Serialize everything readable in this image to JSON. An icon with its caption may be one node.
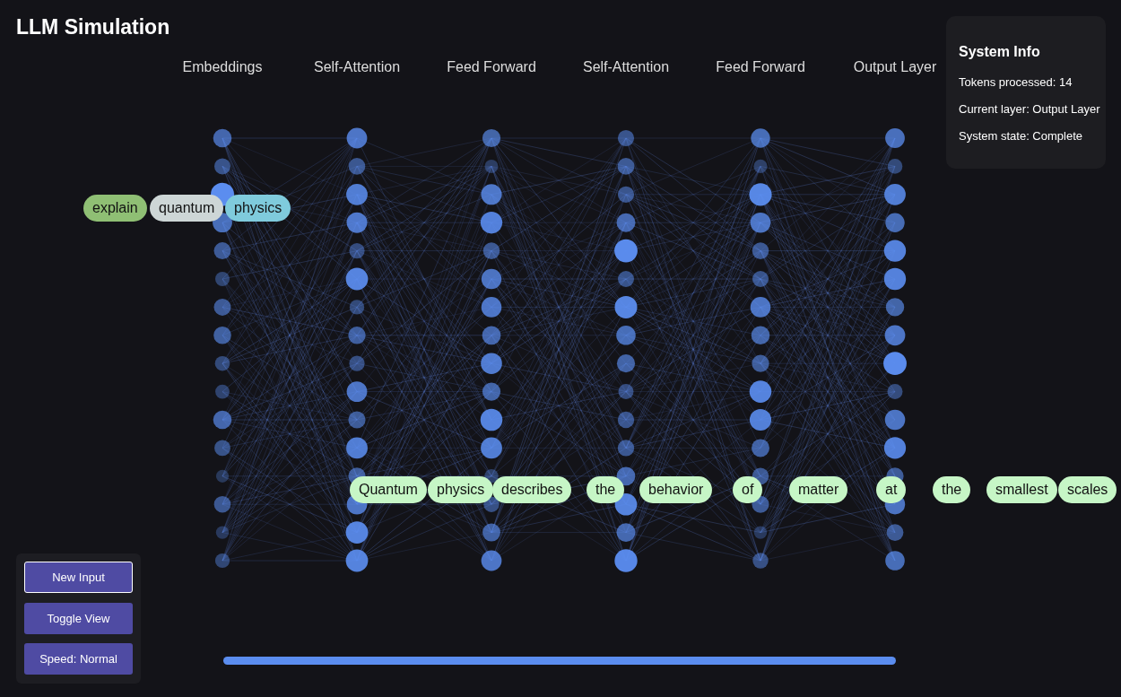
{
  "diagram": {
    "title": "LLM Simulation",
    "nodes": [
      {
        "text": [
          "explain"
        ]
      },
      {
        "text": [
          "quantum"
        ]
      },
      {
        "text": [
          "physics"
        ]
      },
      {
        "text": [
          "Quantum"
        ]
      },
      {
        "text": [
          "physics"
        ]
      },
      {
        "text": [
          "describes"
        ]
      },
      {
        "text": [
          "the"
        ]
      },
      {
        "text": [
          "behavior"
        ]
      },
      {
        "text": [
          "of"
        ]
      },
      {
        "text": [
          "matter"
        ]
      },
      {
        "text": [
          "at"
        ]
      },
      {
        "text": [
          "the"
        ]
      },
      {
        "text": [
          "smallest"
        ]
      },
      {
        "text": [
          "scales"
        ]
      },
      {
        "text": [
          "System Info",
          "Tokens processed: 14",
          "Current layer: Output Layer",
          "System state: Complete"
        ]
      },
      {
        "text": [
          "New Input"
        ]
      },
      {
        "text": [
          "Toggle View"
        ]
      },
      {
        "text": [
          "Speed: Normal"
        ]
      }
    ],
    "edges": [],
    "labels": [
      "Embeddings",
      "Self-Attention",
      "Feed Forward",
      "Self-Attention",
      "Feed Forward",
      "Output Layer"
    ]
  }
}
